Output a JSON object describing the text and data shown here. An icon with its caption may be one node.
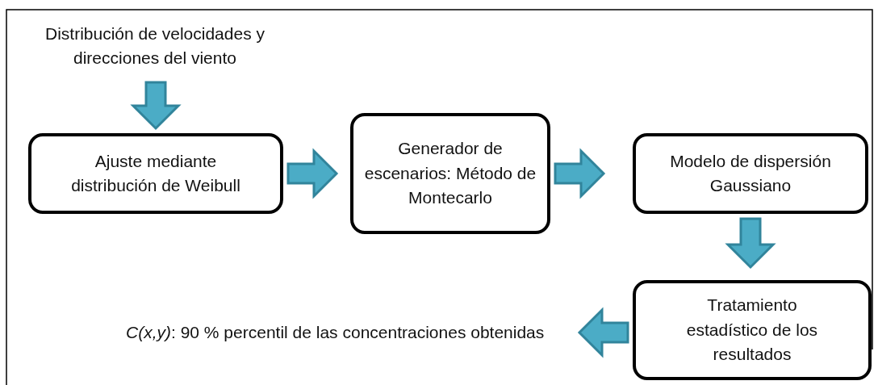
{
  "diagram": {
    "nodes": [
      {
        "text": [
          "Distribución de velocidades y direcciones del viento"
        ]
      },
      {
        "text": [
          "Ajuste mediante distribución de Weibull"
        ]
      },
      {
        "text": [
          "Generador de escenarios: Método de Montecarlo"
        ]
      },
      {
        "text": [
          "Modelo de dispersión Gaussiano"
        ]
      },
      {
        "text": [
          "Tratamiento estadístico de los resultados"
        ]
      },
      {
        "text": [
          "*C(x,y)*: 90 % percentil de las concentraciones obtenidas"
        ]
      }
    ],
    "edges": [
      {
        "from": 0,
        "to": 1,
        "arrow": "to"
      },
      {
        "from": 1,
        "to": 2,
        "arrow": "to"
      },
      {
        "from": 2,
        "to": 3,
        "arrow": "to"
      },
      {
        "from": 3,
        "to": 4,
        "arrow": "to"
      },
      {
        "from": 4,
        "to": 5,
        "arrow": "to"
      }
    ]
  }
}
